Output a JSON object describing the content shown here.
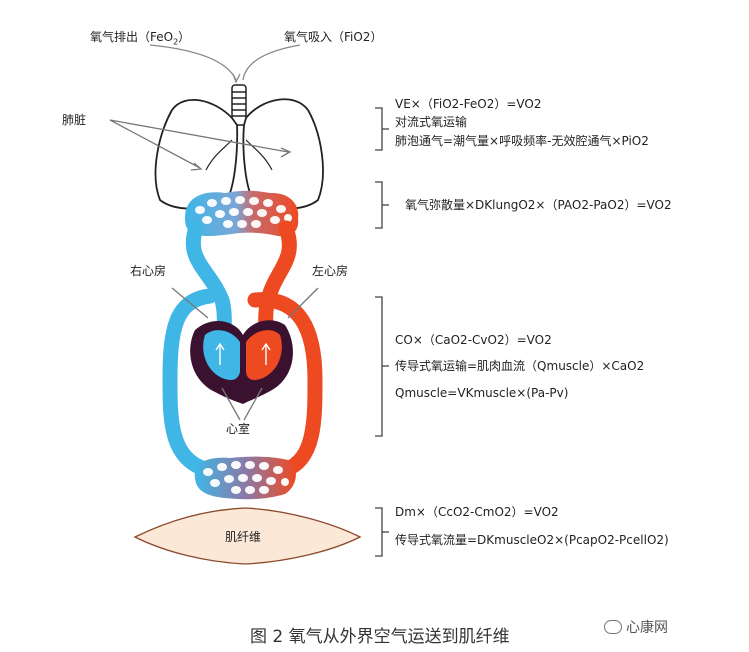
{
  "labels": {
    "exhale": "氧气排出（FeO",
    "exhale_sub": "2",
    "exhale_end": "）",
    "inhale": "氧气吸入（FiO2）",
    "lungs": "肺脏",
    "right_atrium": "右心房",
    "left_atrium": "左心房",
    "ventricles": "心室",
    "muscle_fiber": "肌纤维"
  },
  "equations": {
    "ventilation": [
      "VE×（FiO2-FeO2）=VO2",
      "对流式氧运输",
      "肺泡通气=潮气量×呼吸频率-无效腔通气×PiO2"
    ],
    "diffusion": [
      "氧气弥散量×DKlungO2×（PAO2-PaO2）=VO2"
    ],
    "circulation": [
      "CO×（CaO2-CvO2）=VO2",
      "传导式氧运输=肌肉血流（Qmuscle）×CaO2",
      "Qmuscle=VKmuscle×(Pa-Pv)"
    ],
    "muscle": [
      "Dm×（CcO2-CmO2）=VO2",
      "传导式氧流量=DKmuscleO2×(PcapO2-PcellO2)"
    ]
  },
  "caption": "图 2 氧气从外界空气运送到肌纤维",
  "watermark": "心康网",
  "colors": {
    "venous": "#3fb6e6",
    "arterial": "#ee4a22",
    "heart": "#3a1230",
    "fiber": "#fbe8d6"
  }
}
